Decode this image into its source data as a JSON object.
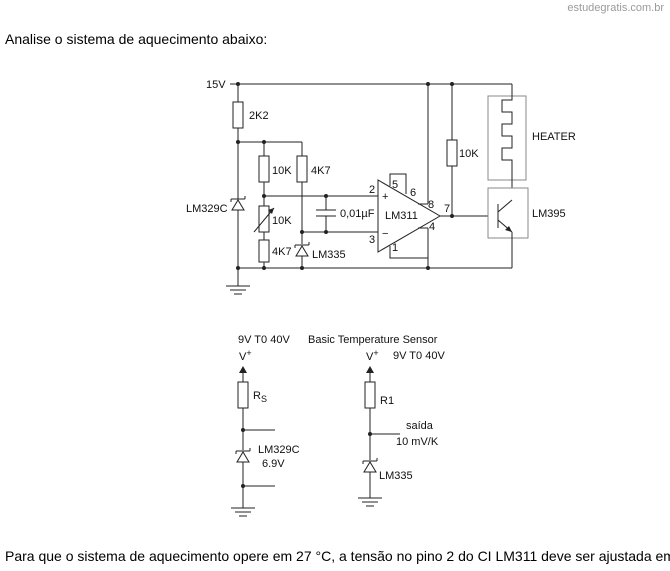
{
  "watermark": "estudegratis.com.br",
  "question_intro": "Analise o sistema de aquecimento abaixo:",
  "footer_text": "Para que o sistema de aquecimento opere em 27 °C, a tensão no pino 2 do CI LM311 deve ser ajustada em",
  "circuit": {
    "supply": "15V",
    "r_top": "2K2",
    "r_10k_a": "10K",
    "r_4k7_a": "4K7",
    "pot_10k": "10K",
    "r_4k7_b": "4K7",
    "ref_diode": "LM329C",
    "sensor": "LM335",
    "capacitor": "0,01µF",
    "comparator": "LM311",
    "pin2": "2",
    "pin3": "3",
    "pin5": "5",
    "pin6": "6",
    "pin8": "8",
    "pin4": "4",
    "pin7": "7",
    "pin1": "1",
    "plus": "+",
    "minus": "−",
    "pullup": "10K",
    "heater": "HEATER",
    "transistor": "LM395"
  },
  "ref_circuit": {
    "range": "9V T0 40V",
    "vplus": "V",
    "vplus_sup": "+",
    "rs": "R",
    "rs_sub": "S",
    "diode": "LM329C",
    "diode_v": "6.9V"
  },
  "sensor_circuit": {
    "title": "Basic Temperature Sensor",
    "vplus": "V",
    "vplus_sup": "+",
    "range": "9V T0 40V",
    "r1": "R1",
    "out": "saída",
    "out_scale": "10 mV/K",
    "sensor": "LM335"
  }
}
